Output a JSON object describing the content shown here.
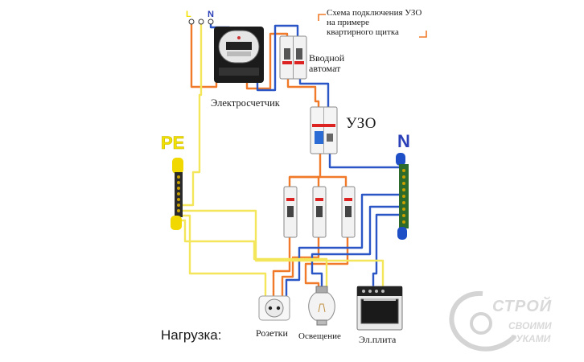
{
  "caption": {
    "line1": "Схема подключения УЗО",
    "line2": "на примере",
    "line3": "квартирного щитка"
  },
  "supply_labels": {
    "phase": "L",
    "pe": "PE",
    "n": "N"
  },
  "meter": {
    "label": "Электросчетчик"
  },
  "main_breaker": {
    "label_line1": "Вводной",
    "label_line2": "автомат"
  },
  "rcd": {
    "label": "УЗО"
  },
  "bus_pe": {
    "label": "PE"
  },
  "bus_n": {
    "label": "N"
  },
  "loads": {
    "title": "Нагрузка:",
    "socket": "Розетки",
    "light": "Освещение",
    "stove": "Эл.плита"
  },
  "watermark": {
    "line1": "СТРОЙ",
    "line2": "СВОИМИ",
    "line3": "РУКАМИ"
  },
  "colors": {
    "phase_wire": "#f07a2a",
    "neutral_wire": "#2a56c6",
    "pe_wire": "#f4e65a",
    "pe_label": "#f2e200",
    "n_label": "#2a3fb8",
    "caption_bracket": "#f07a2a"
  }
}
